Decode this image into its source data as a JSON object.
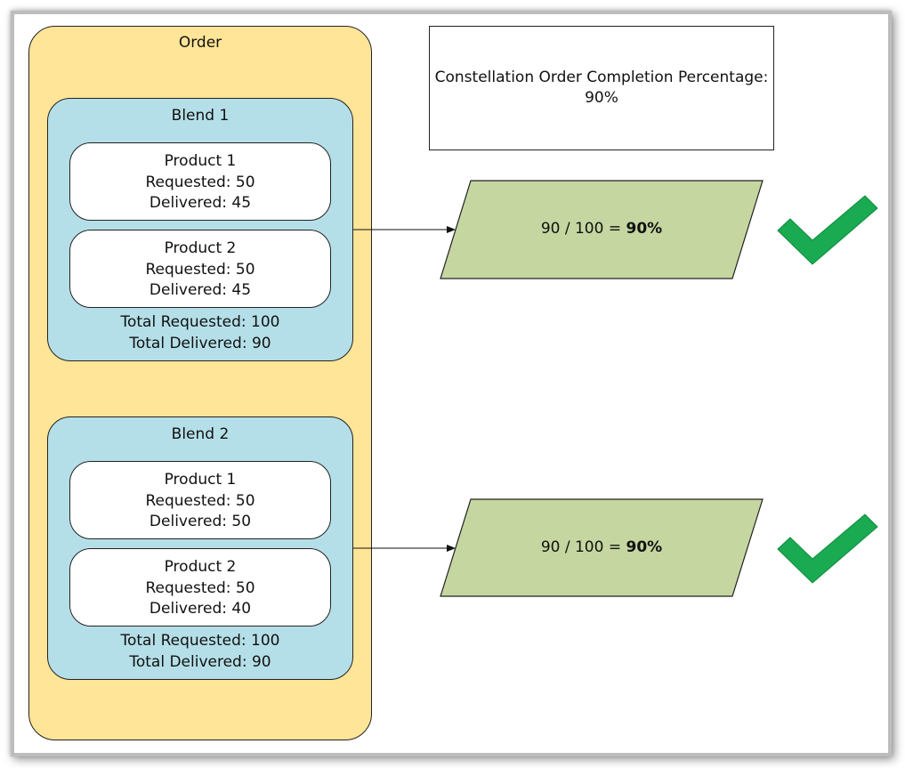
{
  "order": {
    "title": "Order",
    "blends": [
      {
        "title": "Blend 1",
        "products": [
          {
            "name": "Product 1",
            "requested": "Requested: 50",
            "delivered": "Delivered: 45"
          },
          {
            "name": "Product 2",
            "requested": "Requested: 50",
            "delivered": "Delivered: 45"
          }
        ],
        "total_requested": "Total Requested: 100",
        "total_delivered": "Total Delivered: 90"
      },
      {
        "title": "Blend 2",
        "products": [
          {
            "name": "Product 1",
            "requested": "Requested: 50",
            "delivered": "Delivered: 50"
          },
          {
            "name": "Product 2",
            "requested": "Requested: 50",
            "delivered": "Delivered: 40"
          }
        ],
        "total_requested": "Total Requested: 100",
        "total_delivered": "Total Delivered: 90"
      }
    ]
  },
  "summary": {
    "label": "Constellation Order Completion Percentage:",
    "value": "90%"
  },
  "results": [
    {
      "formula": "90 / 100 = ",
      "percent": "90%",
      "icon": "checkmark-icon"
    },
    {
      "formula": "90 / 100 = ",
      "percent": "90%",
      "icon": "checkmark-icon"
    }
  ],
  "colors": {
    "order_fill": "#ffe597",
    "blend_fill": "#b5dfe8",
    "result_fill": "#c5d6a0",
    "check_fill": "#1aaa52"
  }
}
